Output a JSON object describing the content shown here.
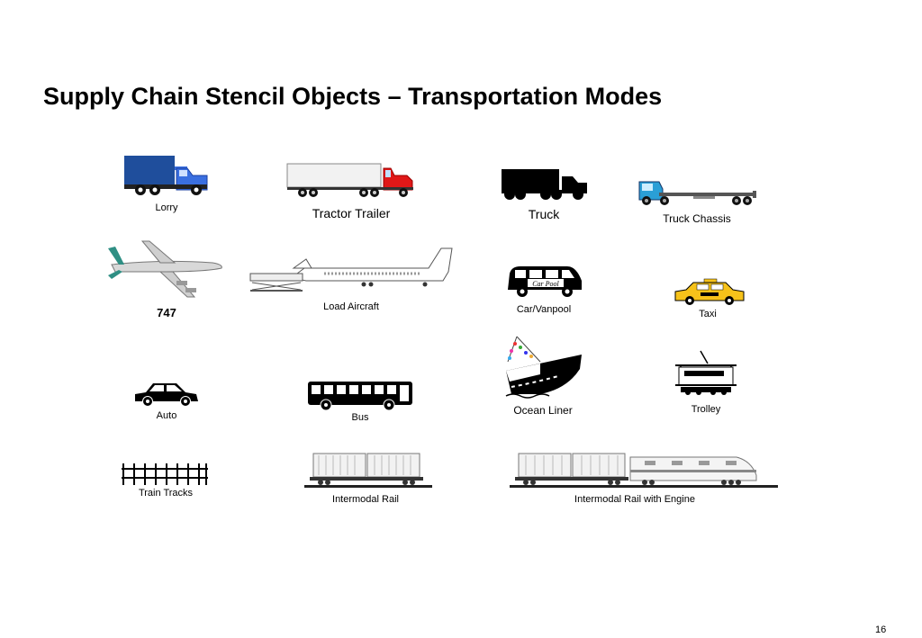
{
  "slide": {
    "title": "Supply Chain Stencil Objects – Transportation Modes",
    "page_number": "16"
  },
  "objects": {
    "lorry": {
      "label": "Lorry",
      "icon": "lorry-icon"
    },
    "tractor_trailer": {
      "label": "Tractor Trailer",
      "icon": "tractor-trailer-icon"
    },
    "truck": {
      "label": "Truck",
      "icon": "truck-icon"
    },
    "truck_chassis": {
      "label": "Truck Chassis",
      "icon": "truck-chassis-icon"
    },
    "plane_747": {
      "label": "747",
      "icon": "airplane-747-icon"
    },
    "load_aircraft": {
      "label": "Load  Aircraft",
      "icon": "load-aircraft-icon"
    },
    "car_vanpool": {
      "label": "Car/Vanpool",
      "icon": "carpool-van-icon",
      "sign_text": "Car Pool"
    },
    "taxi": {
      "label": "Taxi",
      "icon": "taxi-icon"
    },
    "ocean_liner": {
      "label": "Ocean Liner",
      "icon": "ocean-liner-icon"
    },
    "trolley": {
      "label": "Trolley",
      "icon": "trolley-icon"
    },
    "auto": {
      "label": "Auto",
      "icon": "auto-icon"
    },
    "bus": {
      "label": "Bus",
      "icon": "bus-icon"
    },
    "train_tracks": {
      "label": "Train Tracks",
      "icon": "train-tracks-icon"
    },
    "intermodal_rail": {
      "label": "Intermodal Rail",
      "icon": "intermodal-rail-icon"
    },
    "intermodal_rail_engine": {
      "label": "Intermodal Rail with Engine",
      "icon": "intermodal-rail-engine-icon"
    }
  },
  "colors": {
    "lorry_cargo": "#1f4e9c",
    "lorry_cab": "#3a6fe0",
    "tractor_cab": "#e01818",
    "taxi_yellow": "#f6c21a",
    "chassis_cab": "#2a9fd6",
    "plane_tail": "#2f8f84"
  }
}
